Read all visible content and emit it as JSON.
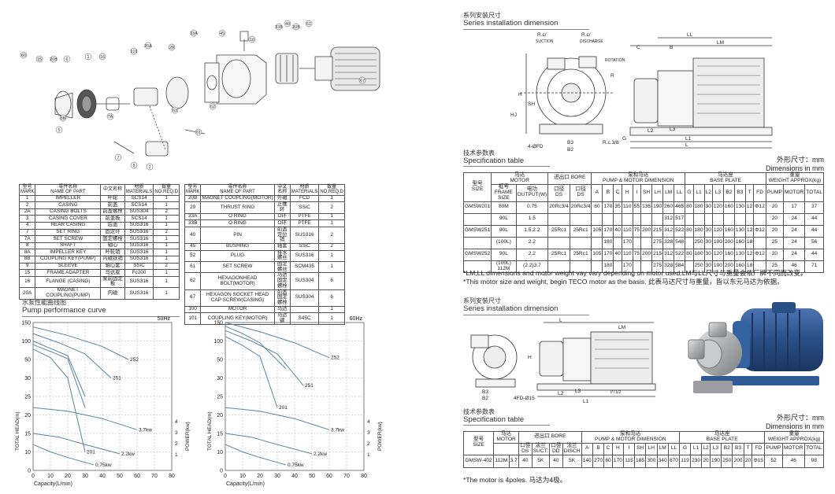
{
  "exploded": {
    "callouts": [
      "60",
      "15",
      "20B",
      "6",
      "1",
      "16",
      "101",
      "20A",
      "29",
      "33A",
      "45",
      "16",
      "33B",
      "40",
      "20B",
      "61",
      "67",
      "63",
      "62",
      "61",
      "7A",
      "8B",
      "7",
      "8",
      "2",
      "5"
    ]
  },
  "parts_table_left": {
    "headers": [
      "型号\nMARK",
      "零件名称\nNAME OF PART",
      "中文名称",
      "材质\nMATERIALS",
      "数量\nNO.REQ.D"
    ],
    "rows": [
      [
        "1",
        "IMPELLER",
        "叶轮",
        "SCS14",
        "1"
      ],
      [
        "2",
        "CASING",
        "前盖",
        "SCS14",
        "1"
      ],
      [
        "2A",
        "CASING BOLTS",
        "前盖螺栓",
        "SUS304",
        "2"
      ],
      [
        "3",
        "CASING COVER",
        "前盖板",
        "SCS14",
        "1"
      ],
      [
        "4",
        "REAR CASING",
        "后盖",
        "SUS316",
        "1"
      ],
      [
        "7",
        "SET RING",
        "固定环",
        "SUS316",
        "2"
      ],
      [
        "7A",
        "SET SCREW",
        "固定螺栓",
        "SUS316",
        "1"
      ],
      [
        "8",
        "SHAFT",
        "轴心",
        "SUS316",
        "1"
      ],
      [
        "8A",
        "IMPELLER KEY",
        "叶轮销",
        "SUS316",
        "1"
      ],
      [
        "8B",
        "COUPLING KEY(PUMP)",
        "内磁铁销",
        "SUS316",
        "1"
      ],
      [
        "9",
        "SLEEVE",
        "轴心套",
        "SSiC",
        "2"
      ],
      [
        "15",
        "FRAME ADAPTER",
        "马达座",
        "Fc200",
        "1"
      ],
      [
        "16",
        "FLANGE (CASING)",
        "泵前固定板",
        "SUS316",
        "1"
      ],
      [
        "20A",
        "MAGNET COUPLING(PUMP)",
        "内磁",
        "SUS316",
        "1"
      ]
    ]
  },
  "parts_table_right": {
    "headers": [
      "型号\nMARK",
      "零件名称\nNAME OF PART",
      "中文名称",
      "材质\nMATERIALS",
      "数量\nNO.REQ.D"
    ],
    "rows": [
      [
        "20B",
        "MAGNET COUPLING(MOTOR)",
        "外磁",
        "FCD",
        "1"
      ],
      [
        "29",
        "THRUST RING",
        "止推环",
        "SSiC",
        "2"
      ],
      [
        "33A",
        "O RING",
        "O环",
        "PTFE",
        "1"
      ],
      [
        "33B",
        "O RING",
        "O环",
        "PTFE",
        "1"
      ],
      [
        "40",
        "PIN",
        "前盖定位销",
        "SUS316",
        "2"
      ],
      [
        "45",
        "BUSHING",
        "轴套",
        "SSiC",
        "2"
      ],
      [
        "52",
        "PLUG",
        "排水螺丝",
        "SUS316",
        "1"
      ],
      [
        "61",
        "SET SCREW",
        "固定螺丝",
        "SCM435",
        "1"
      ],
      [
        "62",
        "HEXAGONHEAD BOLT(MOTOR)",
        "马达固定螺栓",
        "SUS304",
        "6"
      ],
      [
        "67",
        "HEXAGON SOCKET HEAD CAP SCREW(CASING)",
        "前盖固定螺栓",
        "SUS304",
        "6"
      ],
      [
        "100",
        "MOTOR",
        "马达",
        "",
        "1"
      ],
      [
        "101",
        "COUPLING KEY(MOTOR)",
        "马达键",
        "S45C",
        "1"
      ]
    ]
  },
  "performance": {
    "title_cn": "水泵性能曲线图",
    "title_en": "Pump performance curve"
  },
  "chart_data": [
    {
      "type": "line",
      "title": "50Hz",
      "xlabel": "Capacity(L/min)",
      "ylabel": "TOTAL HEAD(m)",
      "y2label": "POWER(kw)",
      "xlim": [
        0,
        80
      ],
      "ylim": [
        0,
        150
      ],
      "xticks": [
        0,
        10,
        20,
        30,
        40,
        50,
        60,
        70,
        80
      ],
      "yticks": [
        0,
        10,
        15,
        20,
        25,
        30,
        50,
        100,
        150
      ],
      "y2ticks": [
        "1",
        "2",
        "3",
        "4"
      ],
      "grid": true,
      "series": [
        {
          "name": "",
          "x": [
            0,
            10,
            20,
            30
          ],
          "y": [
            100,
            80,
            60,
            25
          ]
        },
        {
          "name": "",
          "x": [
            0,
            10,
            20,
            30
          ],
          "y": [
            90,
            72,
            52,
            22
          ]
        },
        {
          "name": "201",
          "x": [
            0,
            10,
            20,
            30
          ],
          "y": [
            78,
            55,
            30,
            10
          ]
        },
        {
          "name": "251",
          "x": [
            0,
            15,
            30,
            45
          ],
          "y": [
            120,
            95,
            65,
            30
          ]
        },
        {
          "name": "252",
          "x": [
            0,
            20,
            40,
            55
          ],
          "y": [
            138,
            115,
            85,
            50
          ]
        },
        {
          "name": "0.75kw",
          "x": [
            0,
            10,
            20,
            35
          ],
          "y": [
            12,
            10,
            7,
            3
          ]
        },
        {
          "name": "2.2kw",
          "x": [
            0,
            15,
            30,
            50
          ],
          "y": [
            15,
            14,
            12,
            9
          ]
        },
        {
          "name": "3.7kw",
          "x": [
            0,
            20,
            40,
            60
          ],
          "y": [
            22,
            21,
            19,
            16
          ]
        }
      ]
    },
    {
      "type": "line",
      "title": "60Hz",
      "xlabel": "Capacity(L/min)",
      "ylabel": "TOTAL HEAD(m)",
      "y2label": "POWER(kw)",
      "xlim": [
        0,
        80
      ],
      "ylim": [
        0,
        150
      ],
      "xticks": [
        0,
        10,
        20,
        30,
        40,
        50,
        60,
        70,
        80
      ],
      "yticks": [
        0,
        10,
        15,
        20,
        25,
        30,
        50,
        100,
        150
      ],
      "y2ticks": [
        "1",
        "2",
        "3",
        "4"
      ],
      "grid": true,
      "series": [
        {
          "name": "",
          "x": [
            0,
            10,
            20,
            35
          ],
          "y": [
            140,
            120,
            95,
            40
          ]
        },
        {
          "name": "201",
          "x": [
            0,
            10,
            20,
            30
          ],
          "y": [
            112,
            88,
            58,
            22
          ]
        },
        {
          "name": "251",
          "x": [
            0,
            15,
            30,
            45
          ],
          "y": [
            128,
            100,
            65,
            28
          ]
        },
        {
          "name": "252",
          "x": [
            0,
            20,
            40,
            60
          ],
          "y": [
            150,
            125,
            95,
            55
          ]
        },
        {
          "name": "0.75kw",
          "x": [
            0,
            10,
            20,
            35
          ],
          "y": [
            12,
            10,
            7,
            3
          ]
        },
        {
          "name": "2.2kw",
          "x": [
            0,
            15,
            30,
            50
          ],
          "y": [
            15,
            14,
            12,
            9
          ]
        },
        {
          "name": "3.7kw",
          "x": [
            0,
            20,
            40,
            60
          ],
          "y": [
            22,
            21,
            19,
            16
          ]
        }
      ]
    }
  ],
  "install1": {
    "title_cn": "系列安装尺寸",
    "title_en": "Series installation dimension",
    "dims": [
      "R.c/",
      "R.c/",
      "SUCTION",
      "DISCHARGE",
      "B",
      "C",
      "LL",
      "LM",
      "H",
      "SH",
      "HJ",
      "R.c.3/8",
      "4-ØFD",
      "B3",
      "B2",
      "G",
      "L2",
      "L3",
      "L1",
      "L",
      "R",
      "ROTATION"
    ]
  },
  "spec1": {
    "title_cn": "技术参数表",
    "title_en": "Specification table",
    "units": "外形尺寸：mm\nDimensions in mm",
    "head": {
      "size": "型号\nSIZE",
      "motor": "马达\nMOTOR",
      "frame": "框号\nFRAME SIZE",
      "output": "电功\nOUTPUT(W)",
      "bore": "进出口 BORE",
      "ds": "口径\nDS",
      "dd": "口径\nDS",
      "pumpmotor": "泵和马达\nPUMP & MOTOR DIMENSION",
      "pmcols": [
        "A",
        "B",
        "C",
        "H",
        "I",
        "SH",
        "LH",
        "LM",
        "LL"
      ],
      "base": "马达座\nBASE PLATE",
      "basecols": [
        "G",
        "L1",
        "L2",
        "L3",
        "B2",
        "B3",
        "T",
        "FD"
      ],
      "weight": "重量\nWEIGHT APPROX(kg)",
      "wcols": [
        "PUMP",
        "MOTOR",
        "TOTAL"
      ]
    },
    "rows": [
      [
        "GMSW201",
        "80M",
        "0.75",
        "20Rc3/4",
        "20Rc3/4",
        "80",
        "170",
        "35",
        "110",
        "55",
        "135",
        "190",
        "260",
        "465",
        "80",
        "180",
        "30",
        "120",
        "160",
        "130",
        "12",
        "Φ12",
        "20",
        "17",
        "37"
      ],
      [
        "",
        "90L",
        "1.5",
        "",
        "",
        "",
        "",
        "",
        "",
        "",
        "",
        "",
        "312",
        "517",
        "",
        "",
        "",
        "",
        "",
        "",
        "",
        "",
        "20",
        "24",
        "44"
      ],
      [
        "GMSW251",
        "90L",
        "1.5,2.2",
        "25Rc1",
        "25Rc1",
        "105",
        "170",
        "40",
        "110",
        "75",
        "200",
        "215",
        "312",
        "522",
        "80",
        "180",
        "30",
        "120",
        "160",
        "130",
        "12",
        "Φ12",
        "20",
        "24",
        "44"
      ],
      [
        "",
        "(100L)",
        "2.2",
        "",
        "",
        "",
        "180",
        "",
        "170",
        "",
        "",
        "275",
        "328",
        "548",
        "",
        "250",
        "30",
        "190",
        "200",
        "160",
        "18",
        "",
        "25",
        "24",
        "56"
      ],
      [
        "GMSW252",
        "90L",
        "2.2",
        "25Rc1",
        "25Rc1",
        "105",
        "170",
        "40",
        "110",
        "75",
        "200",
        "215",
        "312",
        "522",
        "80",
        "180",
        "30",
        "120",
        "160",
        "130",
        "12",
        "Φ12",
        "20",
        "24",
        "44"
      ],
      [
        "",
        "(100L)\n112M",
        "(2.2)3.7",
        "",
        "",
        "",
        "180",
        "",
        "170",
        "",
        "",
        "275",
        "328",
        "584",
        "",
        "250",
        "30",
        "190",
        "200",
        "160",
        "18",
        "",
        "25",
        "46",
        "71"
      ]
    ],
    "note1": "*LM,LL dimensions and motor weight vay vary depending on motor used.LM与LL尺寸与重量会依厂牌不同而改变。",
    "note2": "*This motor size and weight, begin TECO motor as the basis. 此表马达尺寸与重量，皆以东元马达为依据。"
  },
  "install2": {
    "title_cn": "系列安装尺寸",
    "title_en": "Series installation dimension",
    "dims": [
      "L",
      "LM",
      "H",
      "B3",
      "B2",
      "4FD-Ø15",
      "L2",
      "L3",
      "L1",
      "PT1/2"
    ]
  },
  "spec2": {
    "title_cn": "技术参数表",
    "title_en": "Specification table",
    "units": "外形尺寸：mm\nDimensions in mm",
    "head": {
      "size": "型号\nSIZE",
      "motor": "马达\nMOTOR",
      "bore": "进出口 BORE",
      "suct": "口径\nDS",
      "suct2": "法兰\nSUCT.",
      "disch": "口径\nDD",
      "disch2": "法兰\nDISCH",
      "pm": "泵和马达\nPUMP & MOTOR DIMENSION",
      "pmcols": [
        "A",
        "B",
        "C",
        "H",
        "I",
        "SH",
        "LH",
        "LM",
        "LL"
      ],
      "base": "马达座\nBASE PLATE",
      "basecols": [
        "G",
        "L1",
        "L2",
        "L3",
        "B2",
        "B3",
        "T",
        "FD"
      ],
      "weight": "重量\nWEIGHT APPROX(kg)",
      "wcols": [
        "PUMP",
        "MOTOR",
        "TOTAL"
      ]
    },
    "row": [
      "GMSW-402",
      "112M",
      "3.7",
      "40",
      "5K",
      "40",
      "5K",
      "140",
      "270",
      "60",
      "170",
      "115",
      "185",
      "300",
      "340",
      "670",
      "119",
      "230",
      "20",
      "190",
      "250",
      "200",
      "20",
      "Φ15",
      "52",
      "46",
      "98"
    ],
    "note": "*The motor is 4poles. 马达为4极。"
  },
  "colors": {
    "curve": "#5a84a6",
    "grid": "#9aa0a6",
    "motor_blue": "#2a4f86",
    "steel": "#b6b8ba"
  }
}
